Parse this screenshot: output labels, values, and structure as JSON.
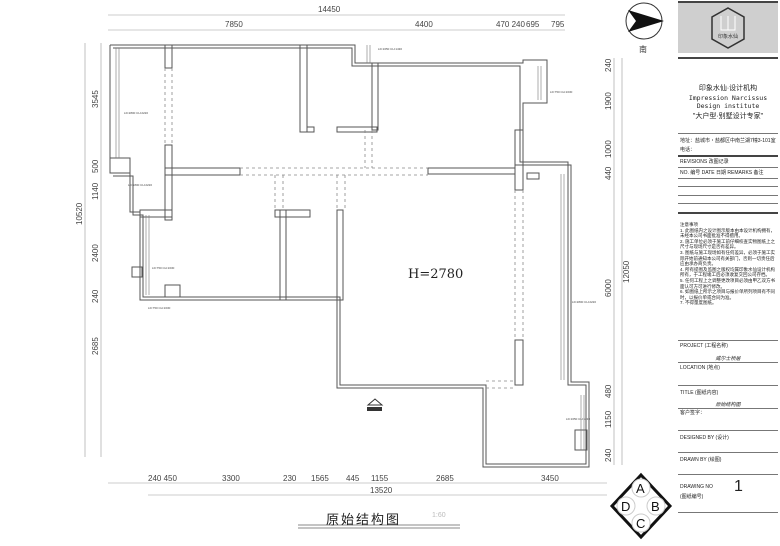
{
  "plan": {
    "ceiling_height": "H=2780",
    "top_dims": {
      "total": "14450",
      "segments": [
        "7850",
        "4400",
        "470 240",
        "695",
        "795"
      ]
    },
    "bottom_dims": {
      "total": "13520",
      "segments": [
        "240 450",
        "3300",
        "230",
        "1565",
        "445",
        "1155",
        "2685",
        "3450"
      ]
    },
    "left_dims": {
      "total": "10520",
      "segments": [
        "3545",
        "500",
        "1140",
        "2400",
        "240",
        "2685"
      ]
    },
    "right_dims": {
      "total": "12050",
      "segments": [
        "240",
        "1900",
        "1000",
        "440",
        "6000",
        "480",
        "1150",
        "240"
      ]
    },
    "window_labels": [
      "LD:2800 CH:2220",
      "LD:1800 CH:2220",
      "LD:750 CH:1630",
      "LD:750 CH:1630",
      "LD:1650 CH:1430",
      "LD:750 CH:1630",
      "LD:2800 CH:2220",
      "LD:1650 CH:1430"
    ],
    "north_label": "南",
    "drawing_title": "原始结构图",
    "scale": "1:60",
    "index_letters": [
      "A",
      "B",
      "C",
      "D"
    ]
  },
  "title_block": {
    "logo_text": "印象水仙",
    "company_cn": "印象水仙·设计机构",
    "company_en_1": "Impression Narcissus",
    "company_en_2": "Design institute",
    "slogan": "\"大户型·别墅设计专家\"",
    "address": "地址：盐城市・盐都区中南兰湖7幢3-101室",
    "phone": "电话：",
    "revisions": "REVISIONS 改图记录",
    "rev_header": "NO. 编号 DATE 日期 REMARKS 备注",
    "notes_title": "注意事项",
    "notes": [
      "1. 此图纸内之设计图示版本由本设计机构拥有，未经本公司书面批准不得擅用。",
      "2. 施工单位必须于施工前仔细校查实物图纸上之尺寸与现场尺寸是否有差异。",
      "3. 图纸与施工现场如有任何差异，必须于施工实际开始前通知本公司有关部门，否则一切责任后应由承办商负责。",
      "4. 所有提图及监图之版权均属印象水仙设计机构所有，于工程竣工后必须收复交回公司存档。",
      "5. 任何工程上之调整更改项目必须由甲乙双方书面认可方可进行修改。",
      "6. 如图纸上所示之项目与报价单所列项目有不同时，以报价单或合同为准。",
      "7. 不得量度图纸。"
    ],
    "project_label": "PROJECT (工程名称)",
    "project_value": "威尔士桥居",
    "location_label": "LOCATION (地点)",
    "title_label": "TITLE (图纸内容)",
    "title_value": "原始结构图",
    "client_label": "客户签字：",
    "designed_label": "DESIGNED BY (设计)",
    "drawn_label": "DRAWN BY (绘图)",
    "drawing_no_label": "DRAWING NO",
    "drawing_no_cn": "(图纸编号)",
    "drawing_no": "1"
  }
}
